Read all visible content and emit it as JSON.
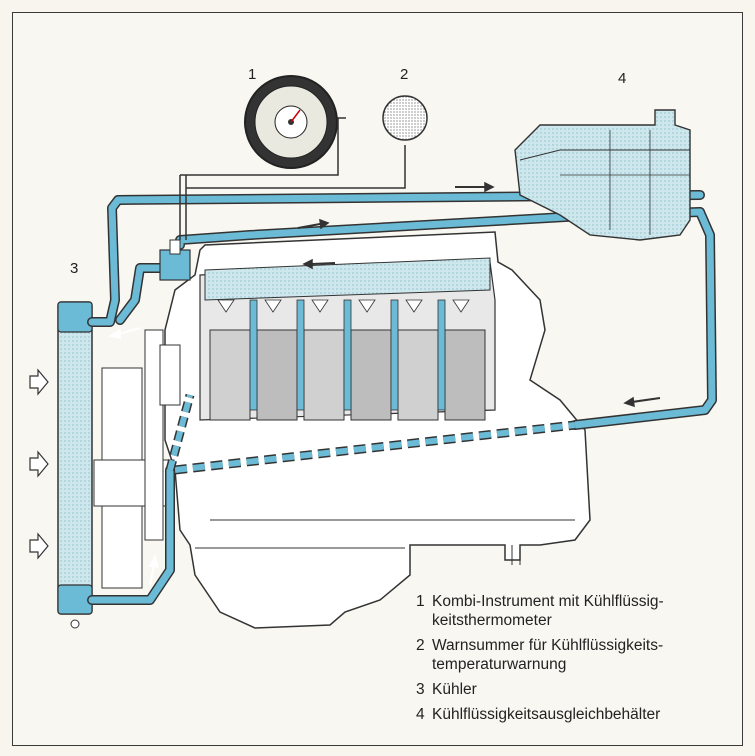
{
  "labels": {
    "n1": "1",
    "n2": "2",
    "n3": "3",
    "n4": "4"
  },
  "legend": [
    {
      "num": "1",
      "line1": "Kombi-Instrument mit Kühlflüssig-",
      "line2": "keitsthermometer"
    },
    {
      "num": "2",
      "line1": "Warnsummer für Kühlflüssigkeits-",
      "line2": "temperaturwarnung"
    },
    {
      "num": "3",
      "line1": "Kühler",
      "line2": ""
    },
    {
      "num": "4",
      "line1": "Kühlflüssigkeitsausgleichbehälter",
      "line2": ""
    }
  ],
  "colors": {
    "coolant": "#6bbbd6",
    "coolant_light": "#cfe6ea",
    "engine_fill": "#ffffff",
    "outline": "#333333",
    "piston": "#c8c8c8"
  }
}
